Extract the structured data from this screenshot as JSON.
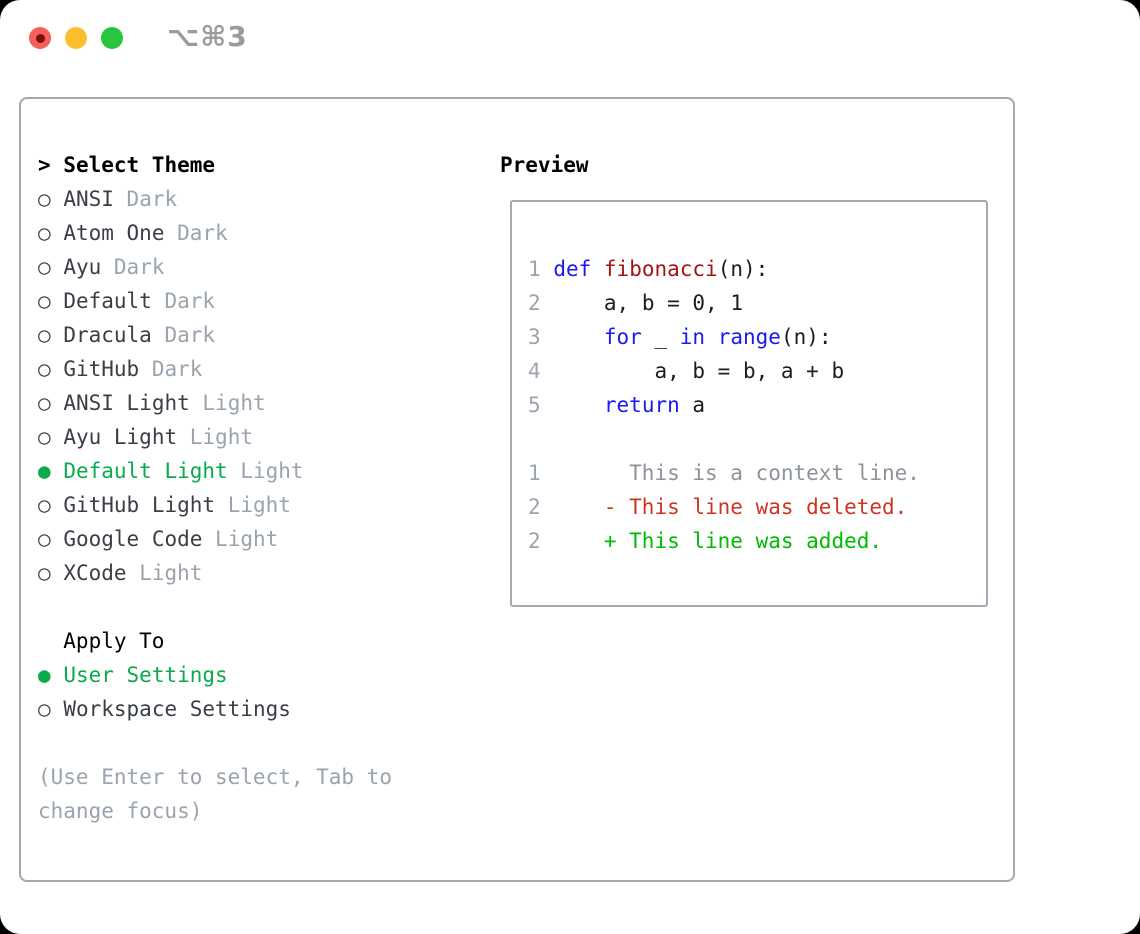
{
  "window": {
    "title_shortcut": "⌥⌘3"
  },
  "icons": {
    "radio_unselected": "○",
    "radio_selected": "●",
    "focus_caret": ">"
  },
  "theme_panel": {
    "header_prefix": ">",
    "header_label": "Select Theme",
    "items": [
      {
        "name": "ANSI",
        "variant": "Dark",
        "selected": false
      },
      {
        "name": "Atom One",
        "variant": "Dark",
        "selected": false
      },
      {
        "name": "Ayu",
        "variant": "Dark",
        "selected": false
      },
      {
        "name": "Default",
        "variant": "Dark",
        "selected": false
      },
      {
        "name": "Dracula",
        "variant": "Dark",
        "selected": false
      },
      {
        "name": "GitHub",
        "variant": "Dark",
        "selected": false
      },
      {
        "name": "ANSI Light",
        "variant": "Light",
        "selected": false
      },
      {
        "name": "Ayu Light",
        "variant": "Light",
        "selected": false
      },
      {
        "name": "Default Light",
        "variant": "Light",
        "selected": true
      },
      {
        "name": "GitHub Light",
        "variant": "Light",
        "selected": false
      },
      {
        "name": "Google Code",
        "variant": "Light",
        "selected": false
      },
      {
        "name": "XCode",
        "variant": "Light",
        "selected": false
      }
    ],
    "apply_to": {
      "label": "Apply To",
      "options": [
        {
          "name": "User Settings",
          "selected": true
        },
        {
          "name": "Workspace Settings",
          "selected": false
        }
      ]
    },
    "help_text": "(Use Enter to select, Tab to change focus)"
  },
  "preview": {
    "header": "Preview",
    "code_lines": [
      {
        "number": "1",
        "tokens": [
          [
            "def",
            "kw"
          ],
          [
            " ",
            "pl"
          ],
          [
            "fibonacci",
            "fn"
          ],
          [
            "(n):",
            "pl"
          ]
        ]
      },
      {
        "number": "2",
        "tokens": [
          [
            "    a, b = 0, 1",
            "pl"
          ]
        ]
      },
      {
        "number": "3",
        "tokens": [
          [
            "    ",
            "pl"
          ],
          [
            "for",
            "kw"
          ],
          [
            " _ ",
            "pl"
          ],
          [
            "in",
            "kw"
          ],
          [
            " ",
            "pl"
          ],
          [
            "range",
            "kw"
          ],
          [
            "(n):",
            "pl"
          ]
        ]
      },
      {
        "number": "4",
        "tokens": [
          [
            "        a, b = b, a + b",
            "pl"
          ]
        ]
      },
      {
        "number": "5",
        "tokens": [
          [
            "    ",
            "pl"
          ],
          [
            "return",
            "kw"
          ],
          [
            " a",
            "pl"
          ]
        ]
      }
    ],
    "diff_lines": [
      {
        "number": "1",
        "marker": " ",
        "text": "This is a context line.",
        "kind": "context"
      },
      {
        "number": "2",
        "marker": "-",
        "text": "This line was deleted.",
        "kind": "deleted"
      },
      {
        "number": "2",
        "marker": "+",
        "text": "This line was added.",
        "kind": "added"
      }
    ]
  },
  "colors": {
    "selection_green": "#0aab4b",
    "keyword_blue": "#1a1af0",
    "function_red": "#a31515",
    "added_green": "#00bb00",
    "deleted_red": "#cf3423",
    "context_gray": "#8d939b",
    "muted_gray": "#9ba3af",
    "item_text": "#3a3f46",
    "border_gray": "#a3a9b2",
    "traffic_red": "#f5615a",
    "traffic_red_dot": "#7a100c",
    "traffic_yellow": "#fbbf2d",
    "traffic_green": "#2ac53e"
  }
}
